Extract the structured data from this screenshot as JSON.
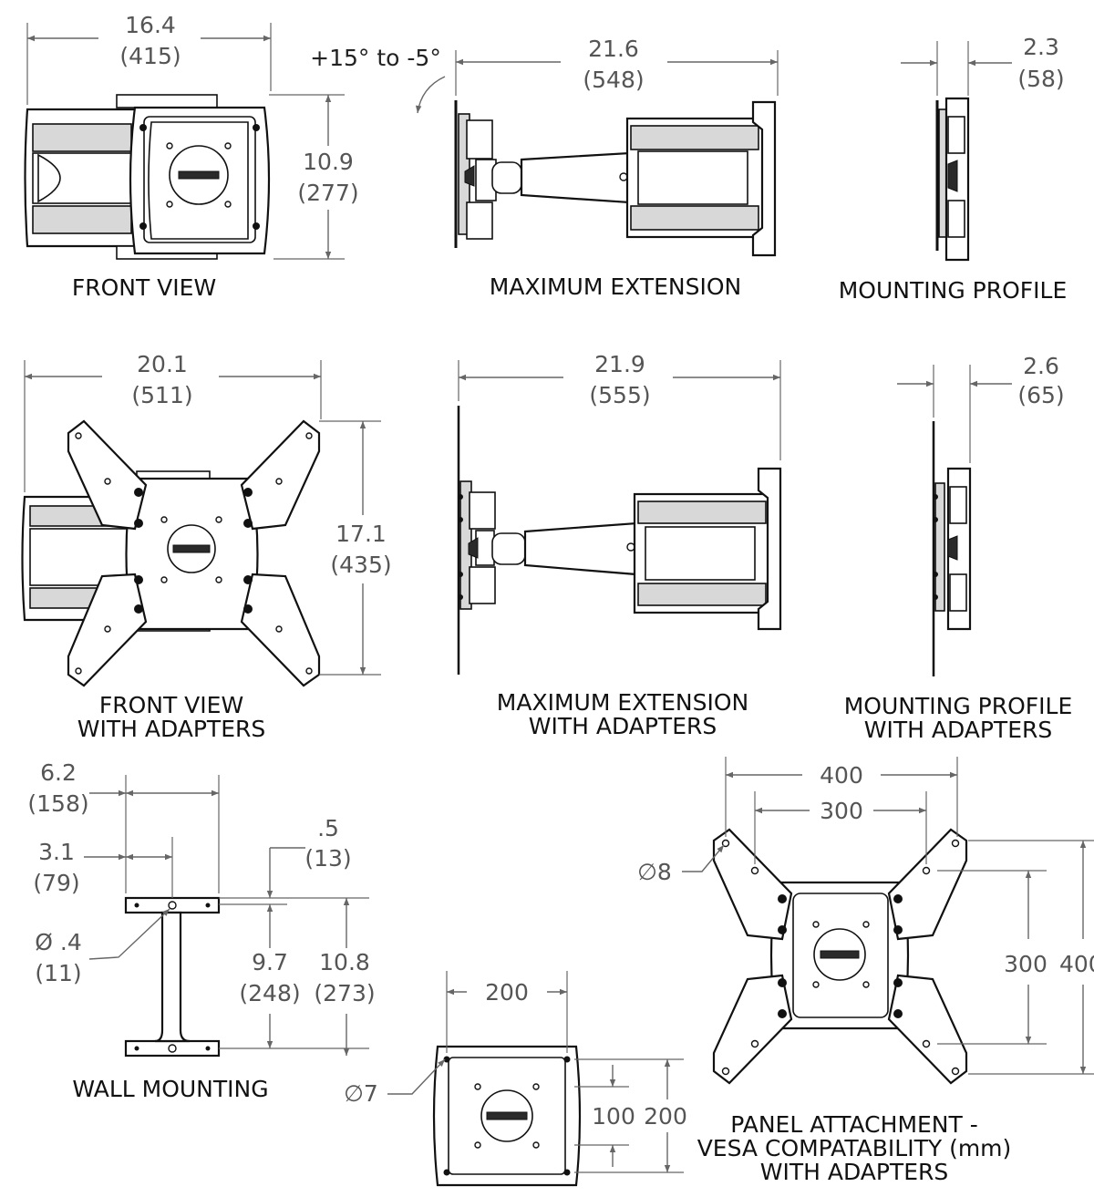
{
  "views": {
    "front": {
      "caption": "FRONT VIEW",
      "width": "16.4",
      "width_mm": "(415)",
      "height": "10.9",
      "height_mm": "(277)"
    },
    "max_ext": {
      "caption": "MAXIMUM EXTENSION",
      "tilt": "+15° to -5°",
      "length": "21.6",
      "length_mm": "(548)"
    },
    "profile": {
      "caption": "MOUNTING PROFILE",
      "depth": "2.3",
      "depth_mm": "(58)"
    },
    "front_adapters": {
      "caption_line1": "FRONT VIEW",
      "caption_line2": "WITH ADAPTERS",
      "width": "20.1",
      "width_mm": "(511)",
      "height": "17.1",
      "height_mm": "(435)"
    },
    "max_ext_adapters": {
      "caption_line1": "MAXIMUM EXTENSION",
      "caption_line2": "WITH ADAPTERS",
      "length": "21.9",
      "length_mm": "(555)"
    },
    "profile_adapters": {
      "caption_line1": "MOUNTING PROFILE",
      "caption_line2": "WITH ADAPTERS",
      "depth": "2.6",
      "depth_mm": "(65)"
    },
    "wall": {
      "caption": "WALL MOUNTING",
      "width": "6.2",
      "width_mm": "(158)",
      "offset": "3.1",
      "offset_mm": "(79)",
      "top_gap": ".5",
      "top_gap_mm": "(13)",
      "hole": "Ø .4",
      "hole_mm": "(11)",
      "inner": "9.7",
      "inner_mm": "(248)",
      "outer": "10.8",
      "outer_mm": "(273)"
    },
    "small_plate": {
      "hole_dia": "∅7",
      "width": "200",
      "inner_h": "100",
      "outer_h": "200"
    },
    "panel": {
      "caption_line1": "PANEL ATTACHMENT -",
      "caption_line2": "VESA COMPATABILITY (mm)",
      "caption_line3": "WITH ADAPTERS",
      "hole_dia": "∅8",
      "outer_w": "400",
      "inner_w": "300",
      "inner_h": "300",
      "outer_h": "400"
    }
  }
}
